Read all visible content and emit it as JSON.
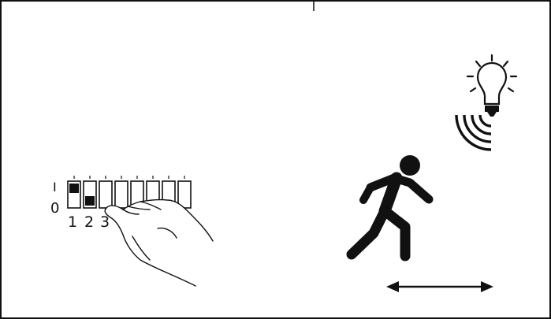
{
  "dip_switch": {
    "on_label": "I",
    "off_label": "0",
    "position_labels": [
      "1",
      "2",
      "3"
    ],
    "switch_count": 8,
    "states": [
      "on",
      "off",
      "unknown",
      "unknown",
      "unknown",
      "unknown",
      "unknown",
      "unknown"
    ]
  },
  "icons": {
    "hand": "pointing-hand-icon",
    "bulb": "light-bulb-icon",
    "signal": "wireless-signal-icon",
    "person": "walking-person-icon",
    "arrow": "double-arrow-icon"
  },
  "colors": {
    "ink": "#111111",
    "background": "#ffffff"
  }
}
